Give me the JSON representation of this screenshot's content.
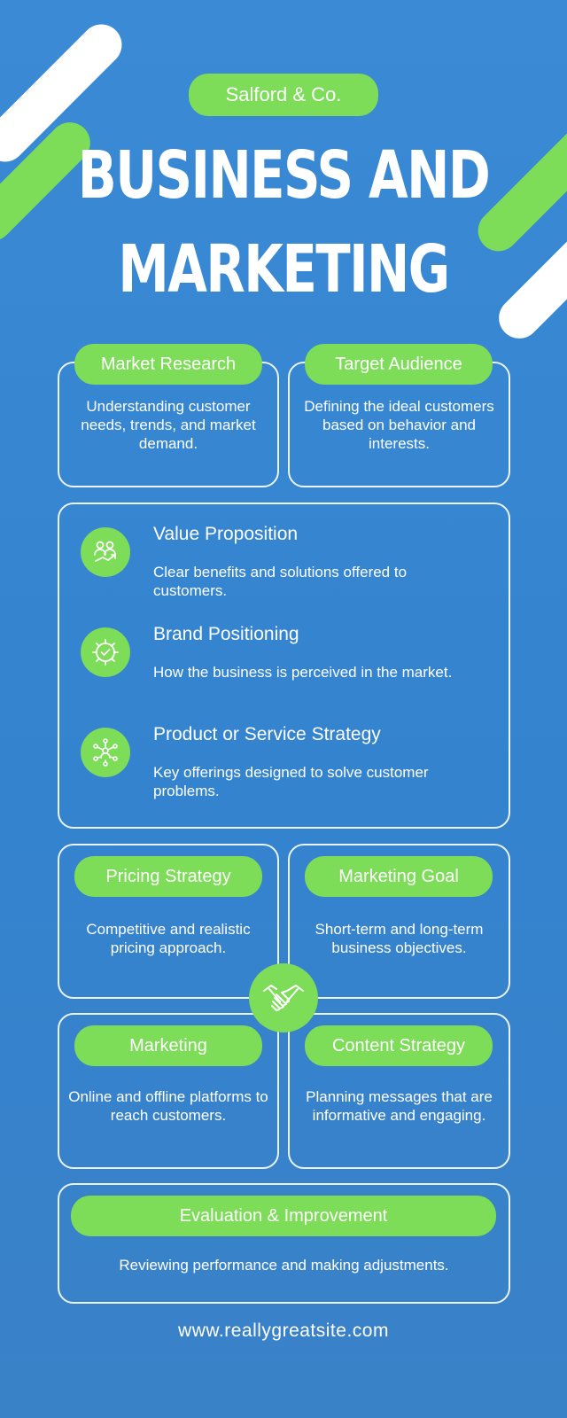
{
  "brand": "Salford & Co.",
  "title": {
    "line1": "BUSINESS AND",
    "line2": "MARKETING"
  },
  "cards": {
    "market_research": {
      "label": "Market Research",
      "desc": "Understanding customer needs, trends, and market demand."
    },
    "target_audience": {
      "label": "Target Audience",
      "desc": "Defining the ideal customers based on behavior and interests."
    },
    "pricing_strategy": {
      "label": "Pricing Strategy",
      "desc": "Competitive and realistic pricing approach."
    },
    "marketing_goal": {
      "label": "Marketing Goal",
      "desc": "Short-term and long-term business objectives."
    },
    "marketing": {
      "label": "Marketing",
      "desc": "Online and offline platforms to reach customers."
    },
    "content_strategy": {
      "label": "Content Strategy",
      "desc": "Planning messages that are informative and engaging."
    },
    "evaluation": {
      "label": "Evaluation & Improvement",
      "desc": "Reviewing performance and making adjustments."
    }
  },
  "features": [
    {
      "title": "Value Proposition",
      "desc": "Clear benefits and solutions offered to customers.",
      "icon": "team-arrow-icon"
    },
    {
      "title": "Brand Positioning",
      "desc": "How the business is perceived in the market.",
      "icon": "gear-check-icon"
    },
    {
      "title": "Product or Service Strategy",
      "desc": "Key offerings designed to solve customer problems.",
      "icon": "network-people-icon"
    }
  ],
  "center_icon": "handshake-icon",
  "footer": "www.reallygreatsite.com",
  "colors": {
    "background": "#3a8ad6",
    "accent": "#7ddc58",
    "text": "#ffffff"
  }
}
